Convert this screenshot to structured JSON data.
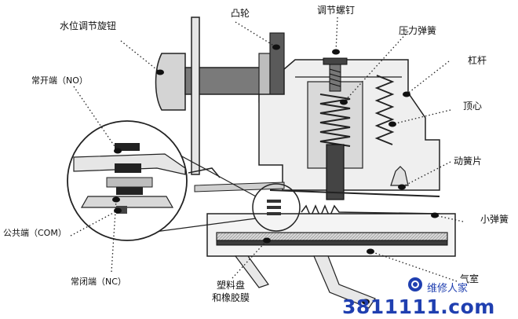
{
  "labels": {
    "water_level_knob": "水位调节旋钮",
    "cam": "凸轮",
    "adjust_screw": "调节螺钉",
    "pressure_spring": "压力弹簧",
    "lever": "杠杆",
    "thimble": "顶心",
    "moving_reed": "动簧片",
    "small_spring": "小弹簧",
    "air_chamber": "气室",
    "normally_open": "常开端（NO）",
    "common": "公共端（COM）",
    "normally_closed": "常闭端（NC）",
    "plastic_disc": "塑料盘",
    "rubber_membrane": "和橡胶膜"
  },
  "watermark": {
    "number": "3811111.com",
    "name": "维修人家"
  }
}
